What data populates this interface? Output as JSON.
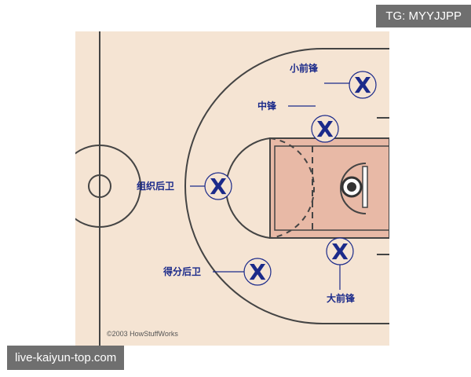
{
  "watermark_top": "TG: MYYJJPP",
  "watermark_bottom": "live-kaiyun-top.com",
  "copyright": "©2003 HowStuffWorks",
  "positions": {
    "small_forward": "小前锋",
    "center": "中锋",
    "point_guard": "组织后卫",
    "shooting_guard": "得分后卫",
    "power_forward": "大前锋"
  },
  "marker_symbol": "X",
  "colors": {
    "court": "#f5e4d3",
    "paint": "#e8b9a6",
    "lines": "#444444",
    "marker": "#1b2a8a"
  }
}
